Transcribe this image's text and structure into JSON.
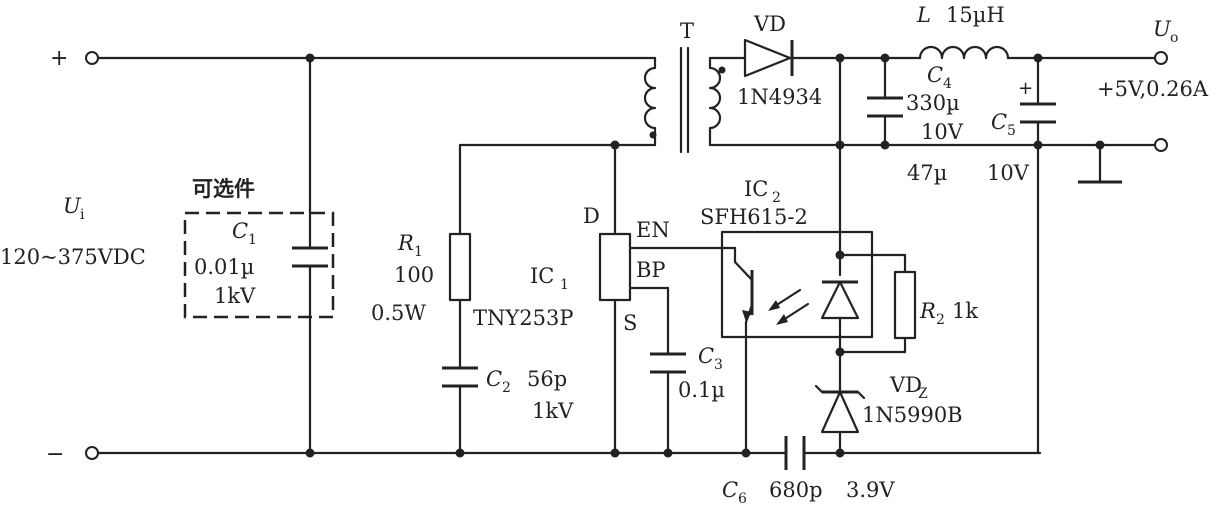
{
  "terminals": {
    "plus": "+",
    "minus": "−",
    "out_plus": "+"
  },
  "input": {
    "symbol": "U",
    "sub": "i",
    "voltage": "120~375VDC"
  },
  "output": {
    "symbol": "U",
    "sub": "o",
    "rating": "+5V,0.26A"
  },
  "optional": {
    "label": "可选件"
  },
  "transformer": {
    "label": "T"
  },
  "components": {
    "C1": {
      "sym": "C",
      "sub": "1",
      "value": "0.01µ",
      "rating": "1kV"
    },
    "R1": {
      "sym": "R",
      "sub": "1",
      "value": "100",
      "rating": "0.5W"
    },
    "C2": {
      "sym": "C",
      "sub": "2",
      "value": "56p",
      "rating": "1kV"
    },
    "IC1": {
      "sym": "IC",
      "sub": "1",
      "part": "TNY253P",
      "pin_d": "D",
      "pin_en": "EN",
      "pin_bp": "BP",
      "pin_s": "S"
    },
    "C3": {
      "sym": "C",
      "sub": "3",
      "value": "0.1µ"
    },
    "IC2": {
      "sym": "IC",
      "sub": "2",
      "part": "SFH615-2"
    },
    "VD": {
      "sym": "VD",
      "part": "1N4934"
    },
    "L": {
      "sym": "L",
      "value": "15µH"
    },
    "C4": {
      "sym": "C",
      "sub": "4",
      "value": "330µ",
      "rating": "10V"
    },
    "C5": {
      "sym": "C",
      "sub": "5",
      "value": "47µ",
      "rating": "10V"
    },
    "R2": {
      "sym": "R",
      "sub": "2",
      "value": "1k"
    },
    "VDZ": {
      "sym": "VD",
      "sub": "Z",
      "part": "1N5990B"
    },
    "C6": {
      "sym": "C",
      "sub": "6",
      "value": "680p",
      "rating": "3.9V"
    }
  }
}
